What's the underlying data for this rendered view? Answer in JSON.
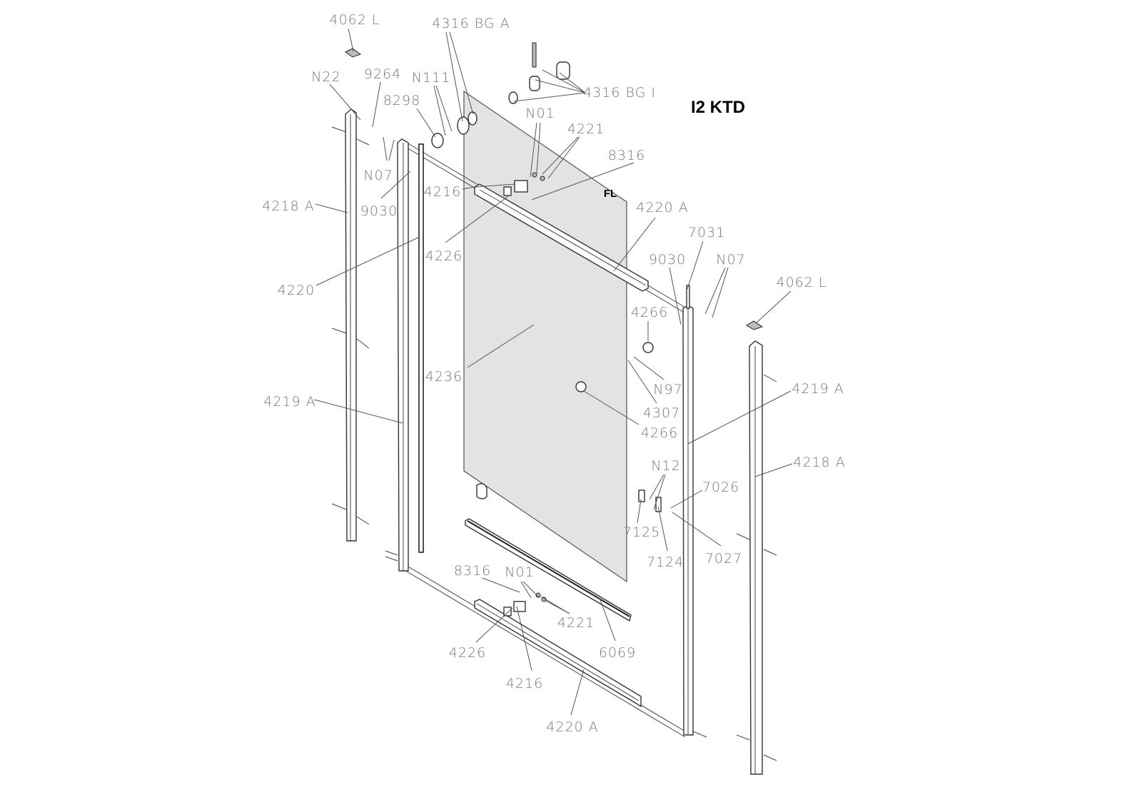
{
  "title": "I2 KTD",
  "glass_mark": "FL",
  "labels": [
    "4062 L",
    "4316 BG A",
    "N22",
    "9264",
    "N111",
    "8298",
    "4316 BG I",
    "N01",
    "4221",
    "8316",
    "N07",
    "4216",
    "4218 A",
    "9030",
    "4220 A",
    "7031",
    "4226",
    "9030",
    "N07",
    "4220",
    "4062 L",
    "4266",
    "4236",
    "N97",
    "4219 A",
    "4219 A",
    "4307",
    "4266",
    "4218 A",
    "N12",
    "7026",
    "7125",
    "7124",
    "7027",
    "8316",
    "N01",
    "4221",
    "6069",
    "4226",
    "4216",
    "4220 A"
  ],
  "colors": {
    "glass": "#e3e3e3",
    "line": "#333333",
    "label": "#777777"
  }
}
